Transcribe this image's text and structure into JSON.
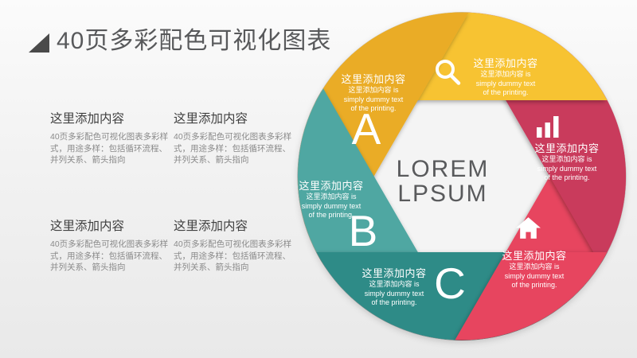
{
  "slide": {
    "title": "40页多彩配色可视化图表",
    "title_color": "#58595b",
    "background_top": "#fbfbfb",
    "background_bottom": "#e9e9e9"
  },
  "info_blocks": [
    {
      "heading": "这里添加内容",
      "body": "40页多彩配色可视化图表多彩样式，用途多样：包括循环流程、并列关系、箭头指向"
    },
    {
      "heading": "这里添加内容",
      "body": "40页多彩配色可视化图表多彩样式，用途多样：包括循环流程、并列关系、箭头指向"
    },
    {
      "heading": "这里添加内容",
      "body": "40页多彩配色可视化图表多彩样式，用途多样：包括循环流程、并列关系、箭头指向"
    },
    {
      "heading": "这里添加内容",
      "body": "40页多彩配色可视化图表多彩样式，用途多样：包括循环流程、并列关系、箭头指向"
    }
  ],
  "diagram": {
    "center": {
      "line1": "LOREM",
      "line2": "LPSUM",
      "fill": "#f4f4f4",
      "text_color": "#595a5c"
    },
    "segments": [
      {
        "key": "home",
        "color": "#E7455E",
        "icon": "home-icon",
        "heading": "这里添加内容",
        "lines": [
          "这里添加内容 is",
          "simply dummy text",
          "of the printing."
        ]
      },
      {
        "key": "chart",
        "color": "#C93A5B",
        "icon": "bar-chart-icon",
        "heading": "这里添加内容",
        "lines": [
          "这里添加内容 is",
          "simply dummy text",
          "of the printing."
        ]
      },
      {
        "key": "search",
        "color": "#F7C332",
        "icon": "magnifier-icon",
        "heading": "这里添加内容",
        "lines": [
          "这里添加内容 is",
          "simply dummy text",
          "of the printing."
        ]
      },
      {
        "key": "a",
        "color": "#EAAC25",
        "letter": "A",
        "heading": "这里添加内容",
        "lines": [
          "这里添加内容 is",
          "simply dummy text",
          "of the printing."
        ]
      },
      {
        "key": "b",
        "color": "#4FA7A2",
        "letter": "B",
        "heading": "这里添加内容",
        "lines": [
          "这里添加内容 is",
          "simply dummy text",
          "of the printing."
        ]
      },
      {
        "key": "c",
        "color": "#2F8B87",
        "letter": "C",
        "heading": "这里添加内容",
        "lines": [
          "这里添加内容 is",
          "simply dummy text",
          "of the printing."
        ]
      }
    ]
  }
}
